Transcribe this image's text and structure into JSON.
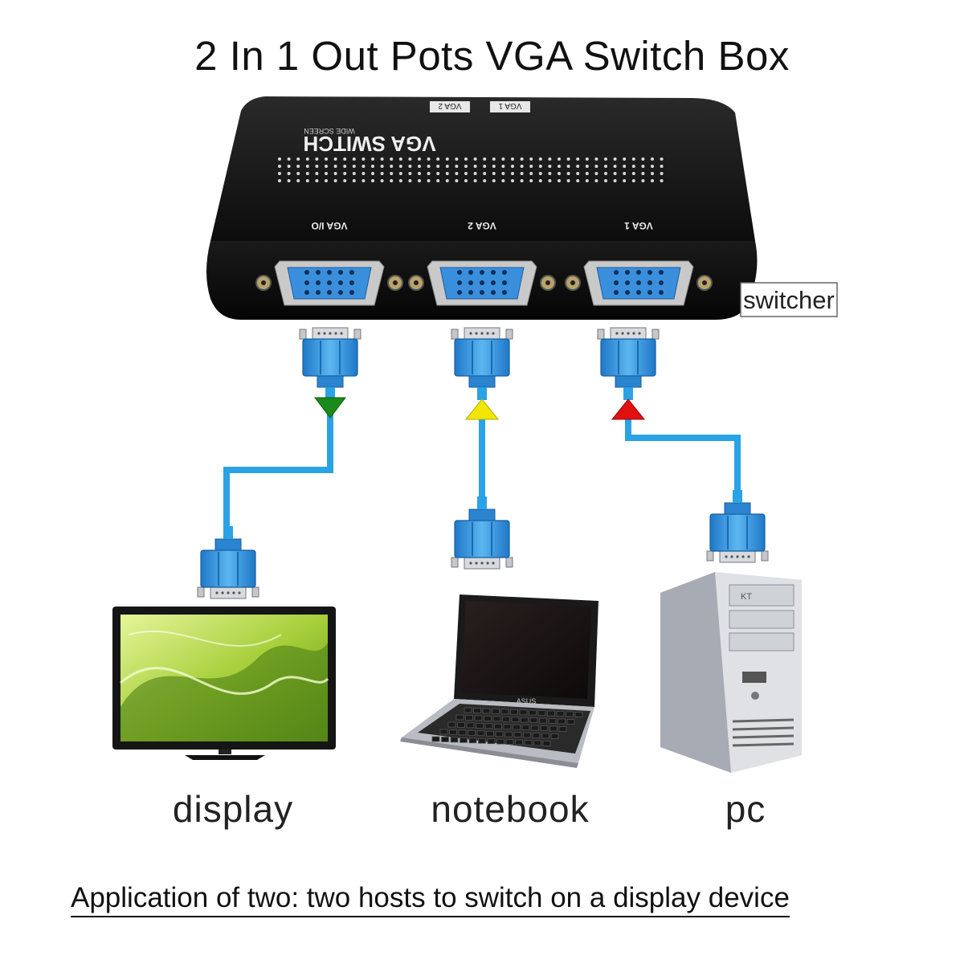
{
  "title": "2 In 1 Out Pots VGA Switch Box",
  "switch": {
    "brand_text": "VGA SWITCH",
    "sub_text": "WIDE SCREEN",
    "top_port_labels": [
      "VGA 2",
      "VGA 1"
    ],
    "ports": [
      {
        "label": "VGA I/O",
        "direction": "out",
        "arrow_color": "#1a8a1a"
      },
      {
        "label": "VGA 2",
        "direction": "in",
        "arrow_color": "#f2e600"
      },
      {
        "label": "VGA 1",
        "direction": "in",
        "arrow_color": "#e01010"
      }
    ],
    "tag": "switcher"
  },
  "devices": [
    {
      "label": "display",
      "icon": "monitor-icon"
    },
    {
      "label": "notebook",
      "icon": "laptop-icon",
      "laptop_brand": "ASUS"
    },
    {
      "label": "pc",
      "icon": "desktop-tower-icon",
      "tower_brand": "KT"
    }
  ],
  "caption": "Application of two: two hosts to switch on a display device",
  "colors": {
    "cable": "#2aa3e6",
    "connector": "#2f8fd8",
    "switch_body": "#111111"
  }
}
